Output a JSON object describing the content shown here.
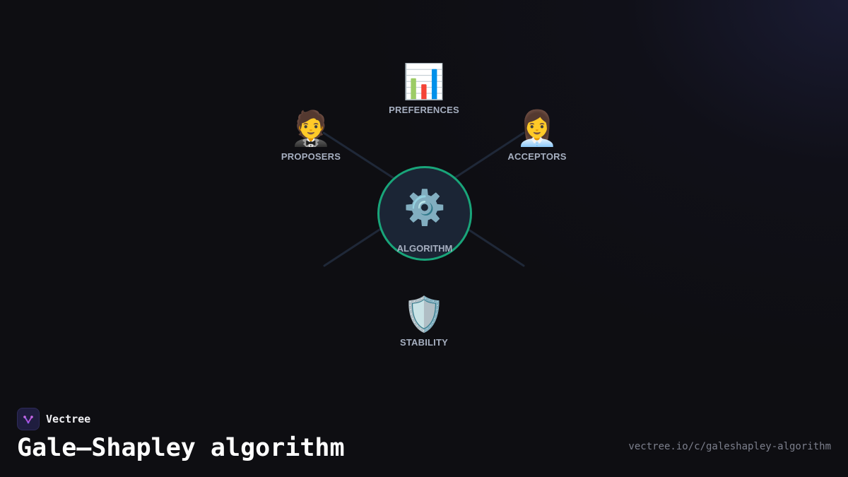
{
  "diagram": {
    "center": {
      "label": "ALGORITHM",
      "icon": "gear-icon",
      "emoji": "⚙️",
      "border_color": "#19a57a"
    },
    "nodes": [
      {
        "id": "preferences",
        "label": "PREFERENCES",
        "icon": "bar-chart-icon",
        "emoji": "📊"
      },
      {
        "id": "proposers",
        "label": "PROPOSERS",
        "icon": "person-in-tuxedo-icon",
        "emoji": "🤵"
      },
      {
        "id": "acceptors",
        "label": "ACCEPTORS",
        "icon": "office-worker-woman-icon",
        "emoji": "👩‍💼"
      },
      {
        "id": "stability",
        "label": "STABILITY",
        "icon": "shield-icon",
        "emoji": "🛡️"
      }
    ],
    "connector_color": "#1f2838"
  },
  "footer": {
    "brand_name": "Vectree",
    "brand_icon": "vectree-logo-icon",
    "title": "Gale–Shapley algorithm",
    "url": "vectree.io/c/galeshapley-algorithm"
  }
}
